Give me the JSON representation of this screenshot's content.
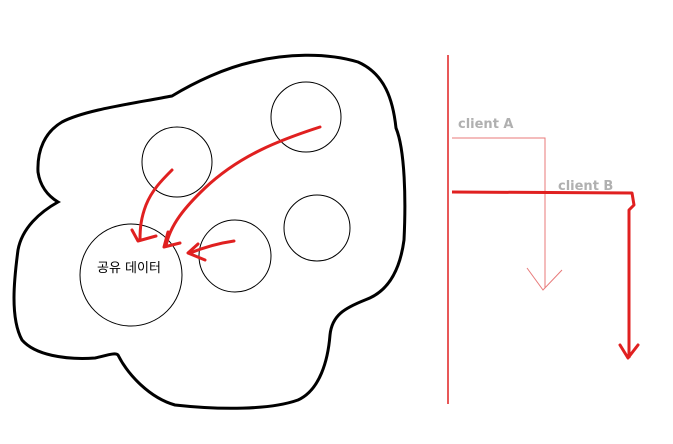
{
  "diagram": {
    "shared_data_label": "공유 데이터",
    "client_a_label": "client A",
    "client_b_label": "client B"
  },
  "colors": {
    "outline": "#000000",
    "red": "#e02020",
    "light_red": "#e87a7a",
    "gray_text": "#b0b0b0"
  }
}
